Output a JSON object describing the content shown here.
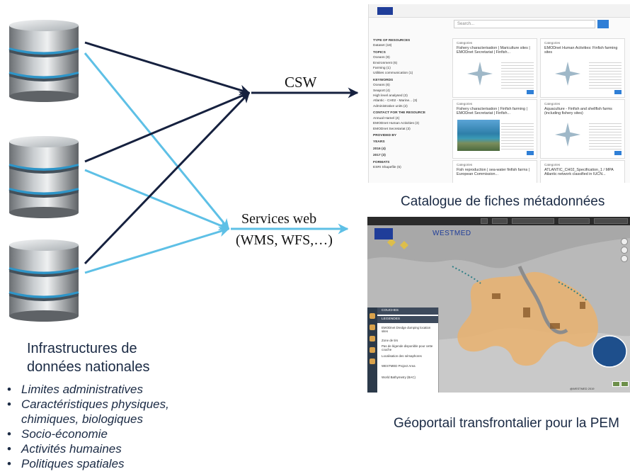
{
  "flows": {
    "csw_label": "CSW",
    "services_label": "Services web",
    "services_sub": "(WMS, WFS,…)"
  },
  "outputs": {
    "catalogue_caption": "Catalogue de fiches métadonnées",
    "geoportail_caption": "Géoportail transfrontalier pour la PEM"
  },
  "infrastructure": {
    "title_line1": "Infrastructures de",
    "title_line2": "données nationales",
    "items": [
      "Limites administratives",
      "Caractéristiques physiques,",
      "chimiques, biologiques",
      "Socio-économie",
      "Activités humaines",
      "Politiques spatiales"
    ]
  },
  "colors": {
    "arrow_dark": "#16213f",
    "arrow_light": "#5ec0e6",
    "db_ring": "#3aa0d0",
    "caption": "#1a2a44"
  },
  "catalogue_screen": {
    "search_placeholder": "Search...",
    "facets": [
      "TYPE OF RESOURCES",
      "Dataset (18)",
      "TOPICS",
      "Oceans (9)",
      "Environment (6)",
      "Farming (1)",
      "Utilities communication (1)",
      "KEYWORDS",
      "Oceans (6)",
      "Seaport (4)",
      "High level analysed (3)",
      "Atlantic - CH02 - Marine... (3)",
      "Administrative units (2)",
      "CONTACT FOR THE RESOURCE",
      "Annual Hamel (4)",
      "EMODnet Human Activities (3)",
      "EMODnet Secretariat (3)",
      "PROVIDED BY",
      "YEARS",
      "2016 (4)",
      "2017 (3)",
      "FORMATS",
      "ESRI Shapefile (5)"
    ],
    "cards": [
      {
        "meta": "Categories",
        "title": "Fishery characterisation | Mariculture sites | EMODnet Secretariat | Finfish..."
      },
      {
        "meta": "Categories",
        "title": "EMODnet Human Activities: Finfish farming sites"
      },
      {
        "meta": "Categories",
        "title": "Fishery characterisation | Finfish farming | EMODnet Secretariat | Finfish..."
      },
      {
        "meta": "Categories",
        "title": "Aquaculture - Finfish and shellfish farms (including fishery sites)"
      },
      {
        "meta": "Categories",
        "title": "Fish reproduction | sea-water finfish farms | European Commission..."
      },
      {
        "meta": "Categories",
        "title": "ATLANTIC_CH02_Specification_1 / MPA Atlantic network classified in IUCN..."
      }
    ]
  },
  "geoportal_screen": {
    "logo_text": "WESTMED",
    "panel_courses": "COUCHES",
    "panel_legends": "LEGENDES",
    "legend_items": [
      "EMODnet Dredge dumping location sites",
      "Zone de tirs",
      "Pas de légende disponible pour cette couche",
      "Localisation des sémaphores",
      "WESTMED Project Area",
      "World Bathymetry (BAC)"
    ],
    "credit": "@WESTMED 2019"
  }
}
